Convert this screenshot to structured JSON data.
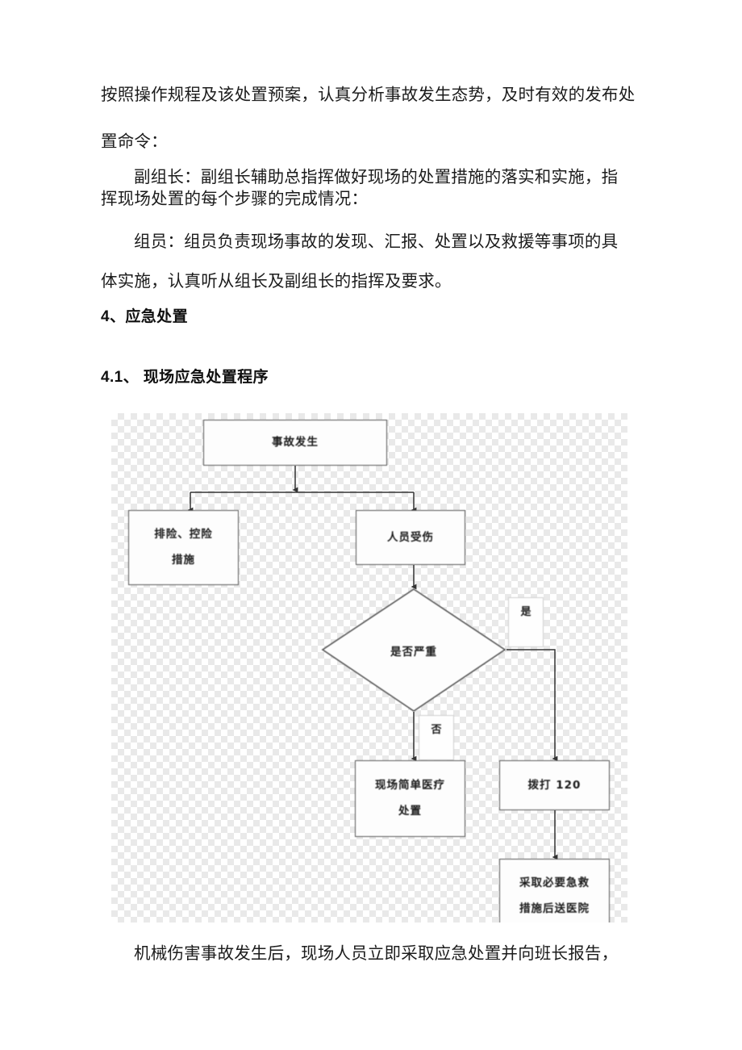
{
  "document": {
    "paragraphs": [
      {
        "id": "p1",
        "text": "按照操作规程及该处置预案，认真分析事故发生态势，及时有效的发布处"
      },
      {
        "id": "p2",
        "text": "置命令："
      },
      {
        "id": "p3",
        "text": "副组长：副组长辅助总指挥做好现场的处置措施的落实和实施，指"
      },
      {
        "id": "p4",
        "text": "挥现场处置的每个步骤的完成情况："
      },
      {
        "id": "p5",
        "text": "组员：组员负责现场事故的发现、汇报、处置以及救援等事项的具"
      },
      {
        "id": "p6",
        "text": "体实施，认真听从组长及副组长的指挥及要求。"
      },
      {
        "id": "p7",
        "text": "机械伤害事故发生后，现场人员立即采取应急处置并向班长报告，"
      }
    ],
    "headings": [
      {
        "id": "h1",
        "text": "4、应急处置"
      },
      {
        "id": "h2",
        "text": "4.1、 现场应急处置程序"
      }
    ]
  },
  "chart_data": {
    "type": "diagram",
    "title": "现场应急处置程序",
    "nodes": [
      {
        "id": "accident",
        "shape": "rect",
        "lines": [
          "事故发生"
        ]
      },
      {
        "id": "control",
        "shape": "rect",
        "lines": [
          "排险、控险",
          "措施"
        ]
      },
      {
        "id": "injury",
        "shape": "rect",
        "lines": [
          "人员受伤"
        ]
      },
      {
        "id": "serious",
        "shape": "diamond",
        "lines": [
          "是否严重"
        ]
      },
      {
        "id": "first-aid",
        "shape": "rect",
        "lines": [
          "现场简单医疗",
          "处置"
        ]
      },
      {
        "id": "call120",
        "shape": "rect",
        "lines": [
          "拨打 120"
        ]
      },
      {
        "id": "hospital",
        "shape": "rect",
        "lines": [
          "采取必要急救",
          "措施后送医院"
        ]
      }
    ],
    "edge_labels": [
      {
        "id": "yes",
        "text": "是"
      },
      {
        "id": "no",
        "text": "否"
      }
    ],
    "edges": [
      {
        "from": "accident",
        "to": "control"
      },
      {
        "from": "accident",
        "to": "injury"
      },
      {
        "from": "injury",
        "to": "serious"
      },
      {
        "from": "serious",
        "to": "first-aid",
        "label": "否"
      },
      {
        "from": "serious",
        "to": "call120",
        "label": "是"
      },
      {
        "from": "call120",
        "to": "hospital"
      }
    ]
  },
  "colors": {
    "node_border": "#555555",
    "node_fill": "#fdfdfd",
    "wire": "#333333",
    "checker": "#e9e9e9",
    "text": "#1a1a1a"
  }
}
